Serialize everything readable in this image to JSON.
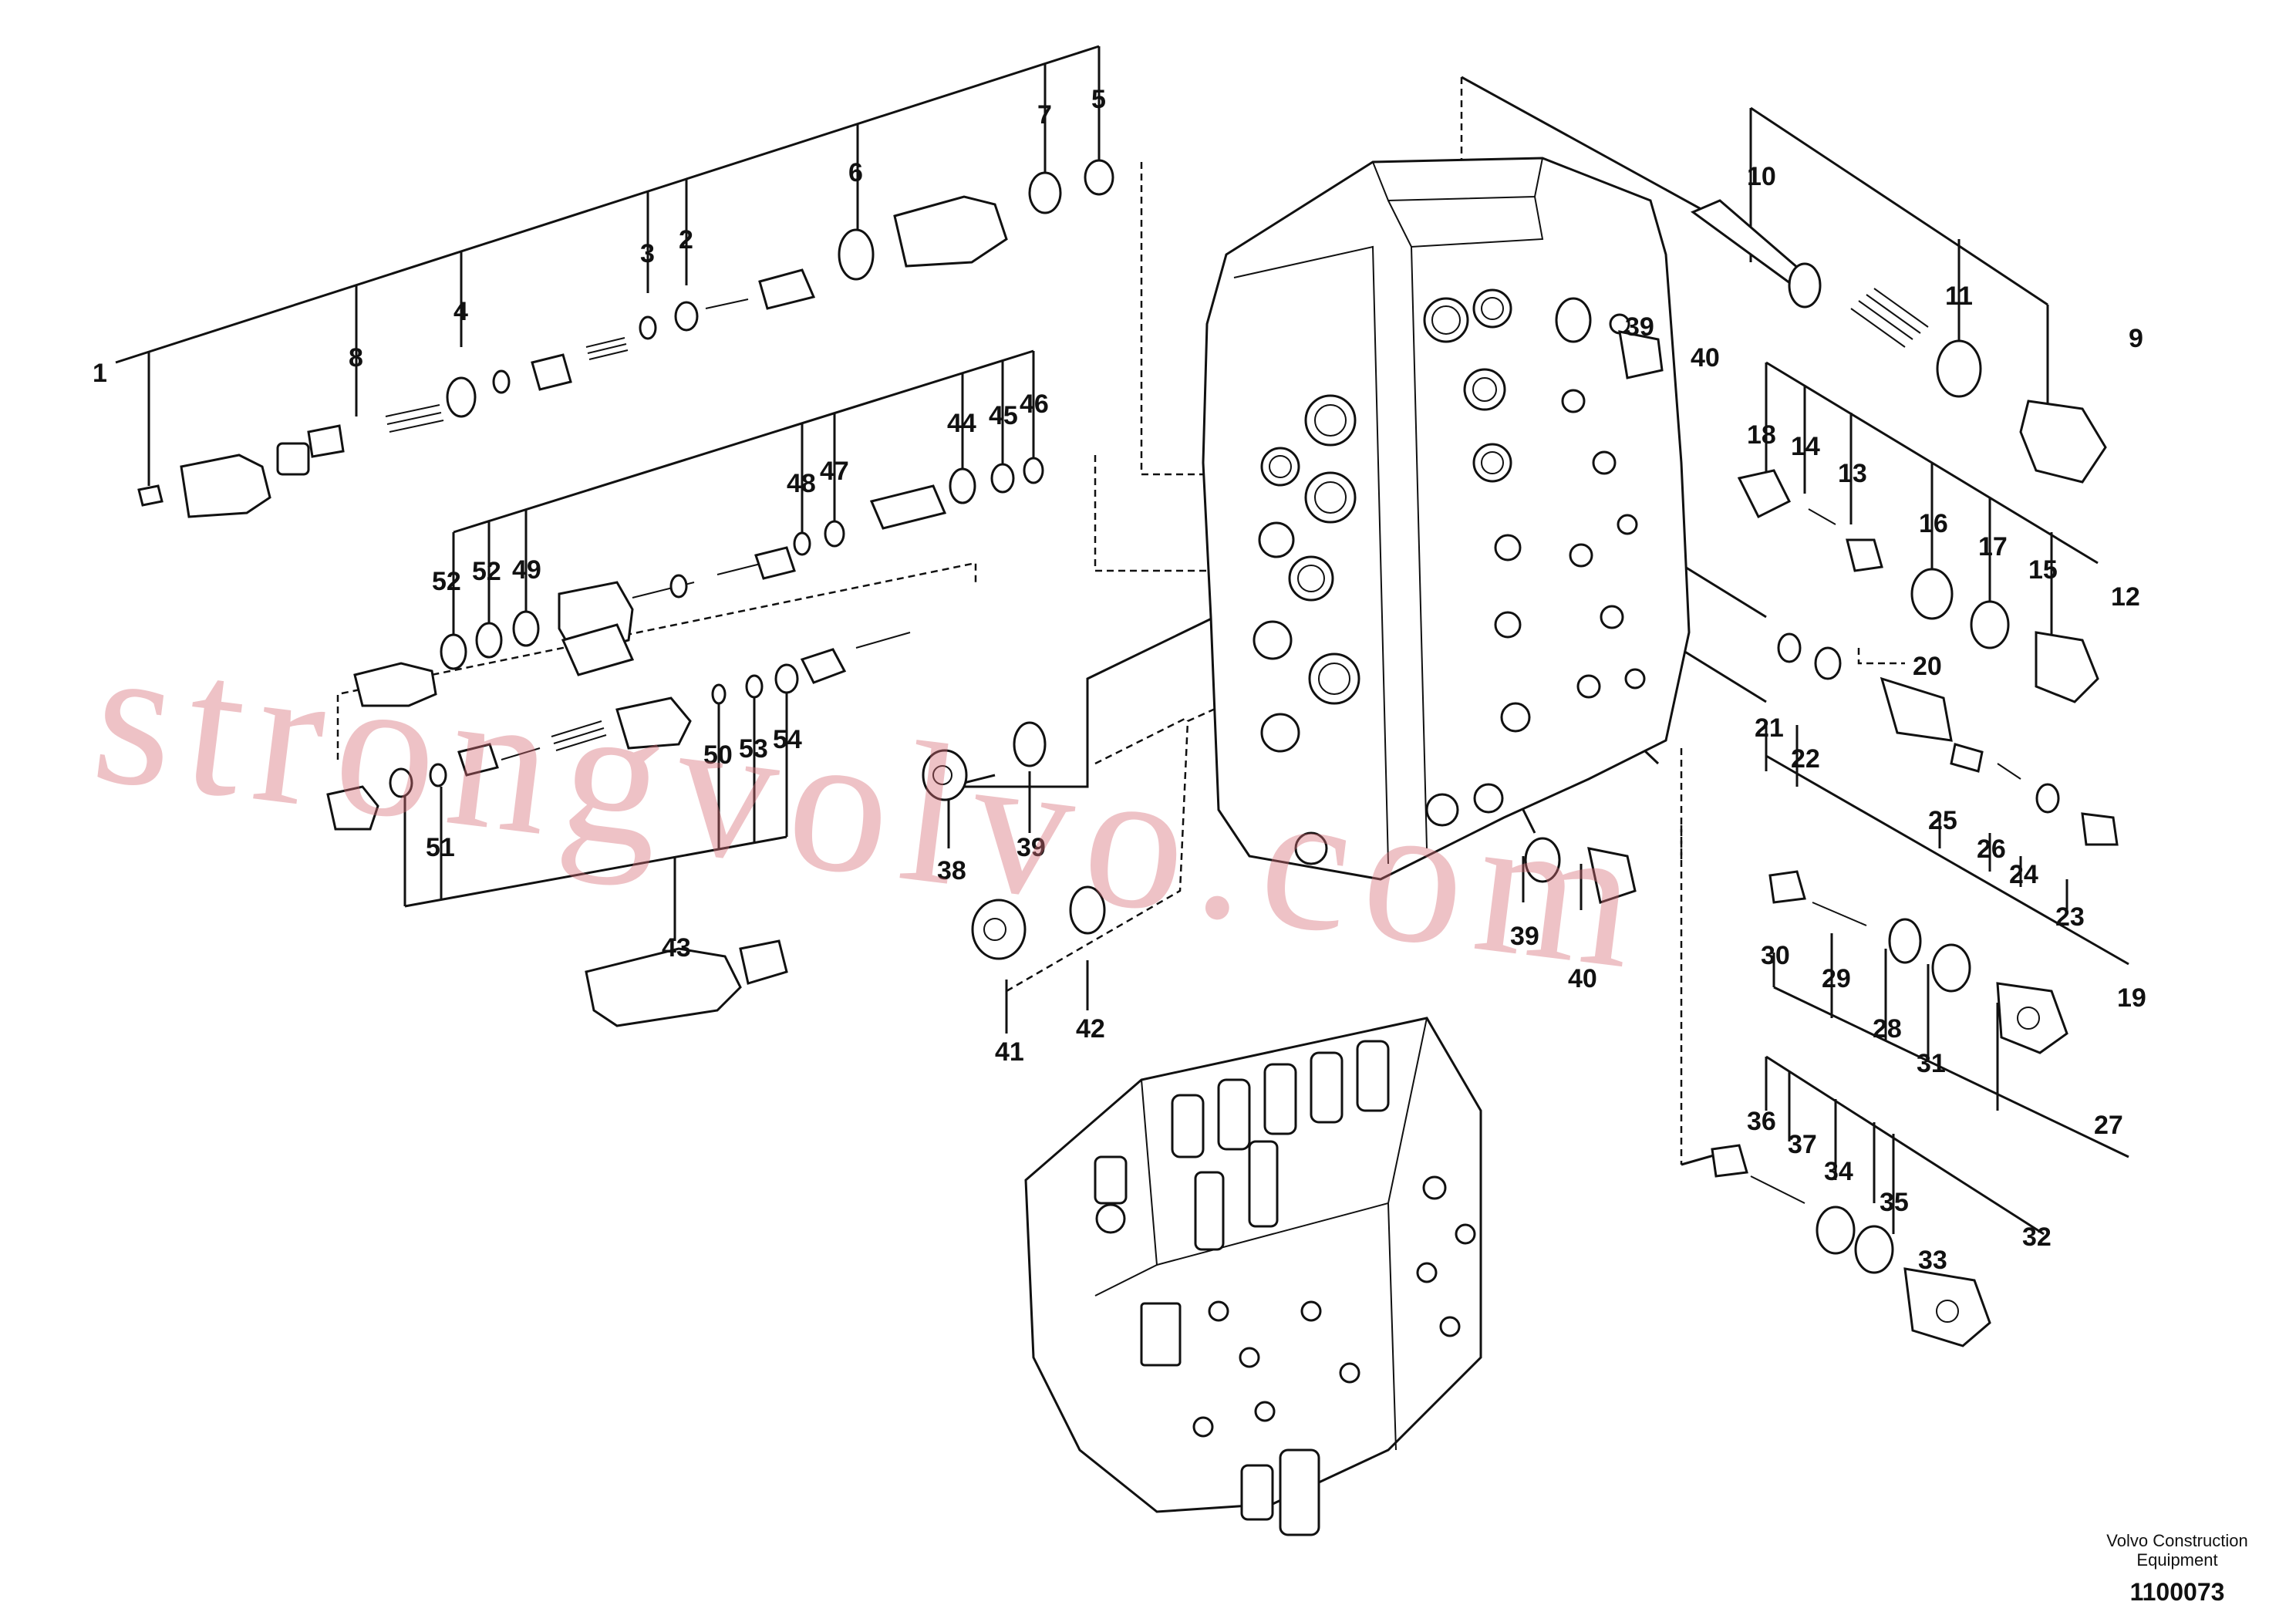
{
  "diagram": {
    "callouts": [
      "1",
      "2",
      "3",
      "4",
      "5",
      "6",
      "7",
      "8",
      "9",
      "10",
      "11",
      "12",
      "13",
      "14",
      "15",
      "16",
      "17",
      "18",
      "19",
      "20",
      "21",
      "22",
      "23",
      "24",
      "25",
      "26",
      "27",
      "28",
      "29",
      "30",
      "31",
      "32",
      "33",
      "34",
      "35",
      "36",
      "37",
      "38",
      "39",
      "40",
      "41",
      "42",
      "43",
      "44",
      "45",
      "46",
      "47",
      "48",
      "49",
      "50",
      "51",
      "52",
      "53",
      "54"
    ],
    "watermark": "strongvolvo.com",
    "publisher_line1": "Volvo Construction",
    "publisher_line2": "Equipment",
    "figure_number": "1100073"
  }
}
